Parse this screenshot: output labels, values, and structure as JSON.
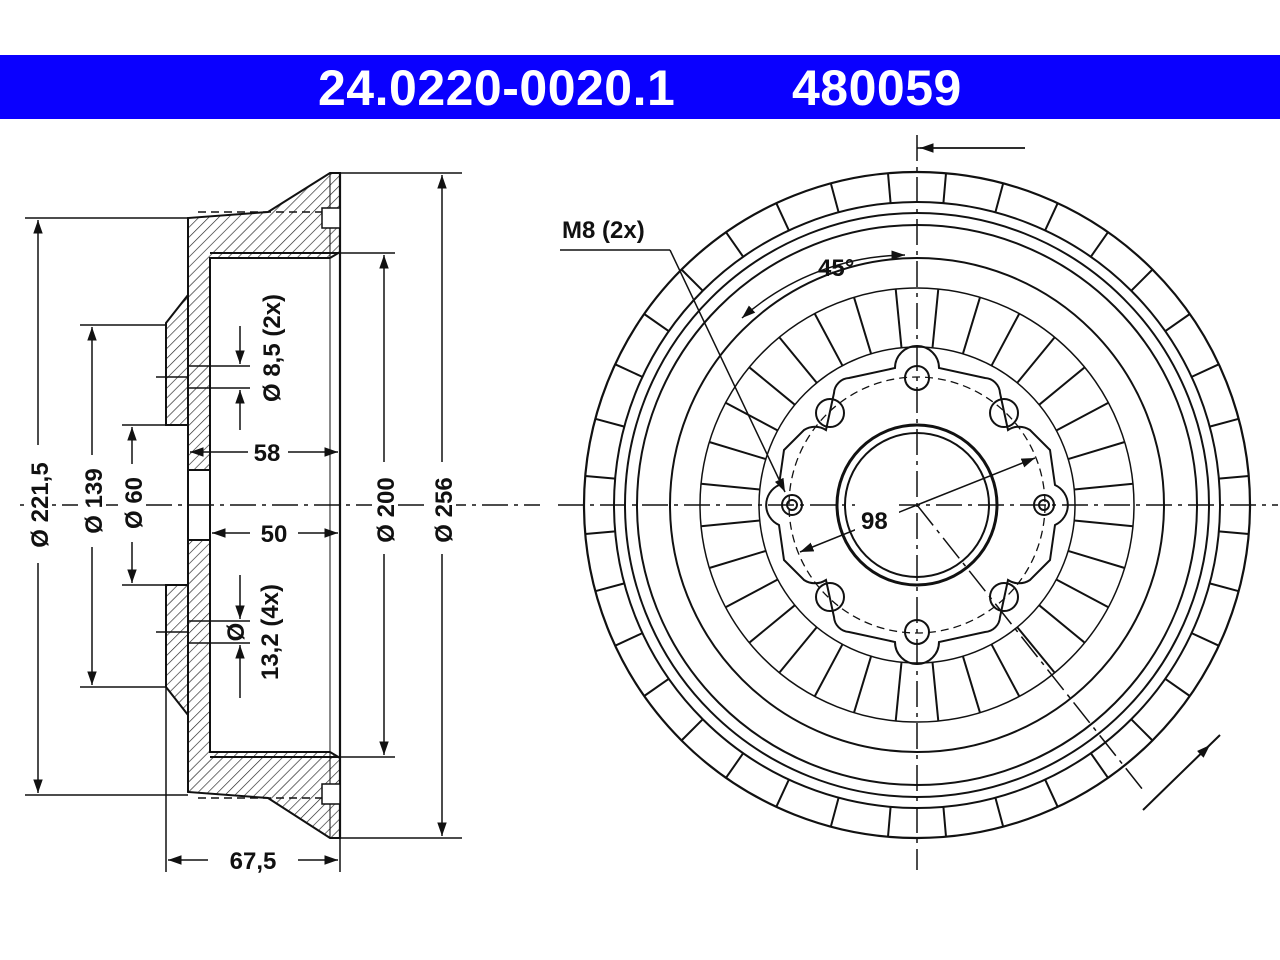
{
  "header": {
    "part_number": "24.0220-0020.1",
    "ref_number": "480059",
    "band_color": "#0a00ff"
  },
  "side_view": {
    "dim_221_5": "Ø 221,5",
    "dim_139": "Ø 139",
    "dim_60": "Ø 60",
    "dim_8_5": "Ø 8,5 (2x)",
    "dim_58": "58",
    "dim_50": "50",
    "dim_13_2_a": "Ø",
    "dim_13_2_b": "13,2 (4x)",
    "dim_200": "Ø 200",
    "dim_256": "Ø 256",
    "dim_67_5": "67,5"
  },
  "front_view": {
    "label_m8": "M8 (2x)",
    "label_angle": "45°",
    "label_98": "98"
  }
}
